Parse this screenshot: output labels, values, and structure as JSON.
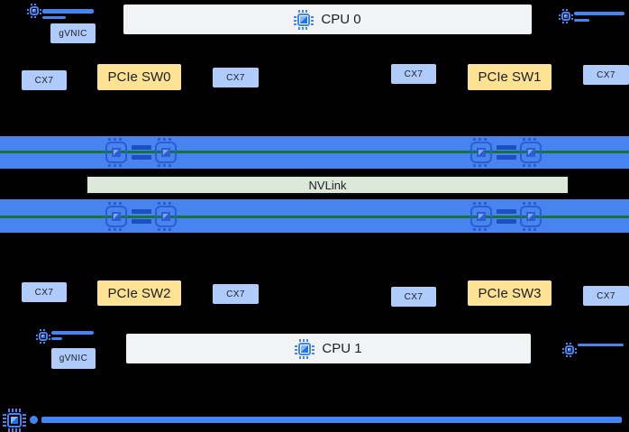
{
  "colors": {
    "background": "#000000",
    "nic_box_fill": "#aecbfa",
    "pcie_switch_fill": "#fde293",
    "cpu_box_fill": "#f2f3f4",
    "gpu_band_fill": "#4784f0",
    "gpu_icon_stroke": "#2a5ed2",
    "nvlink_band_fill": "#dce8da",
    "nvlink_line_green": "#17753c",
    "link_blue": "#4285f4",
    "text_dark": "#202124"
  },
  "top_section": {
    "gvnic_label": "gVNIC",
    "cpu_label": "CPU 0",
    "device_row": [
      {
        "label": "CX7",
        "type": "nic"
      },
      {
        "label": "PCIe SW0",
        "type": "pcie_switch"
      },
      {
        "label": "CX7",
        "type": "nic"
      },
      {
        "label": "CX7",
        "type": "nic"
      },
      {
        "label": "PCIe SW1",
        "type": "pcie_switch"
      },
      {
        "label": "CX7",
        "type": "nic"
      }
    ]
  },
  "gpu_fabric": {
    "nvlink_label": "NVLink",
    "top_band_gpu_count": 4,
    "bottom_band_gpu_count": 4
  },
  "bottom_section": {
    "device_row": [
      {
        "label": "CX7",
        "type": "nic"
      },
      {
        "label": "PCIe SW2",
        "type": "pcie_switch"
      },
      {
        "label": "CX7",
        "type": "nic"
      },
      {
        "label": "CX7",
        "type": "nic"
      },
      {
        "label": "PCIe SW3",
        "type": "pcie_switch"
      },
      {
        "label": "CX7",
        "type": "nic"
      }
    ],
    "gvnic_label": "gVNIC",
    "cpu_label": "CPU 1"
  }
}
